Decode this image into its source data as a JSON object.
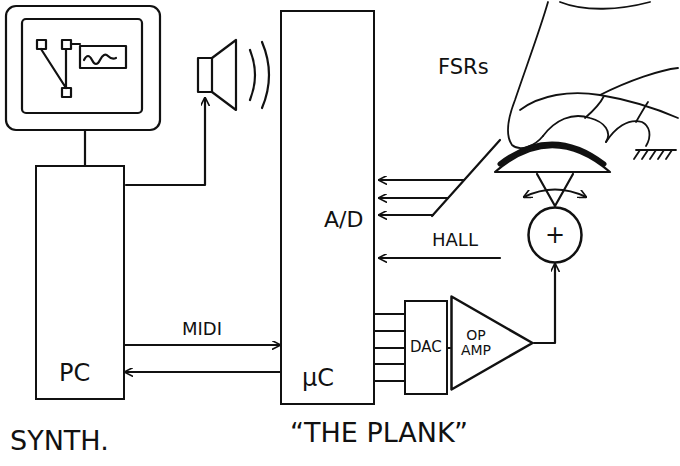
{
  "diagram": {
    "nodes": [
      {
        "text": [
          "PC"
        ]
      },
      {
        "text": [
          "A/D",
          "μC"
        ]
      },
      {
        "text": [
          "DAC"
        ]
      },
      {
        "text": [
          "OP AMP"
        ]
      },
      {
        "text": [
          "+"
        ]
      }
    ],
    "edges": [
      {
        "from": 0,
        "to": 1,
        "arrow": "to",
        "label": "MIDI"
      },
      {
        "from": 1,
        "to": 0,
        "arrow": "to"
      },
      {
        "from": 1,
        "to": 2,
        "arrow": "none"
      },
      {
        "from": 2,
        "to": 3,
        "arrow": "none"
      },
      {
        "from": 3,
        "to": 4,
        "arrow": "to"
      }
    ],
    "labels": [
      "FSRs",
      "HALL",
      "SYNTH.",
      "“THE PLANK”"
    ]
  }
}
